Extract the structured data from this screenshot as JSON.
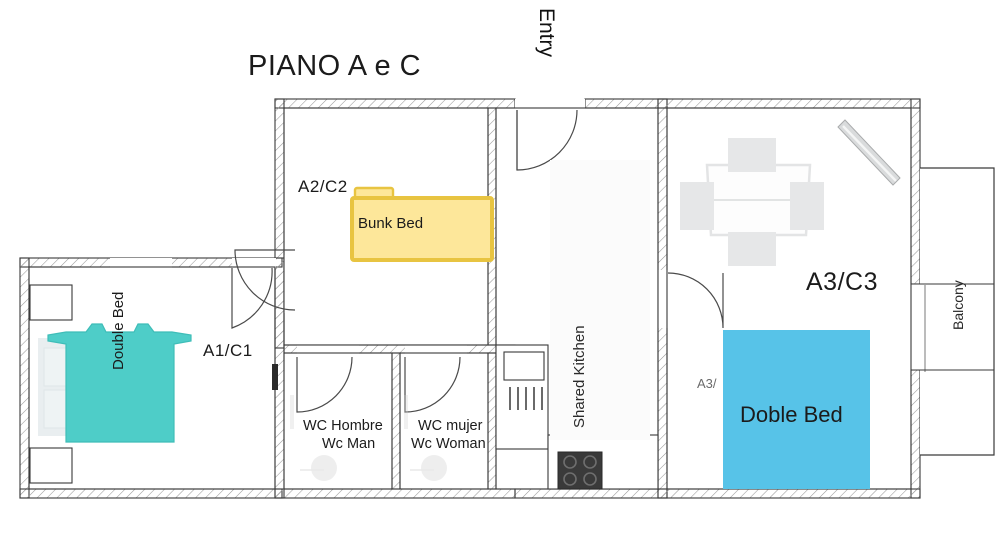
{
  "plan": {
    "title": "PIANO A e C",
    "entry_label": "Entry",
    "balcony_label": "Balcony",
    "kitchen_label": "Shared Kitchen"
  },
  "rooms": [
    {
      "id": "a1c1",
      "code": "A1/C1",
      "furniture": "Double Bed"
    },
    {
      "id": "a2c2",
      "code": "A2/C2",
      "furniture": "Bunk Bed"
    },
    {
      "id": "a3c3",
      "code": "A3/C3",
      "code_small": "A3/",
      "furniture": "Doble Bed"
    }
  ],
  "bathrooms": [
    {
      "id": "wc-men",
      "line1": "WC Hombre",
      "line2": "Wc Man"
    },
    {
      "id": "wc-women",
      "line1": "WC mujer",
      "line2": "Wc Woman"
    }
  ],
  "colors": {
    "double_bed_fill": "#4ecdc8",
    "double_bed_stroke": "#3fbdb8",
    "bunk_bed_fill": "#fde79a",
    "bunk_bed_stroke": "#e8c441",
    "doble_bed_fill": "#57c3e8",
    "wall_stroke": "#3a3a3a",
    "wall_hatch": "#9a9a9a",
    "furniture_grey": "#e6e7e8",
    "stove_dark": "#3a3a3a",
    "text": "#1b1b1b"
  }
}
